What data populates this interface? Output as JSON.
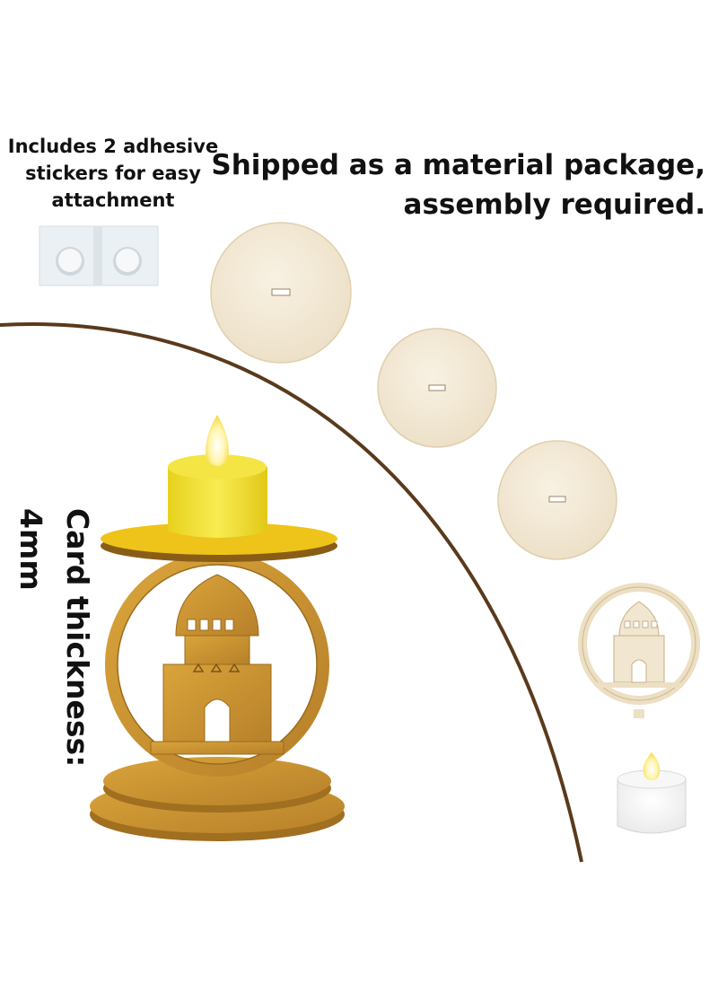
{
  "stickers_caption": {
    "line1": "Includes 2 adhesive",
    "line2": "stickers for easy",
    "line3": "attachment"
  },
  "headline": {
    "line1": "Shipped as a material package,",
    "line2": "assembly required."
  },
  "thickness": {
    "label": "Card thickness:",
    "value": "4mm"
  },
  "colors": {
    "wood_light": "#f3ead8",
    "wood_dark": "#c8922e",
    "candle_yellow": "#f2df2b",
    "divider_arc": "#5a3a1c",
    "text": "#111111"
  },
  "icons": [
    "adhesive-sticker-icon",
    "wooden-disc-icon",
    "lantern-panel-icon",
    "tealight-candle-icon",
    "assembled-candle-holder-icon"
  ]
}
